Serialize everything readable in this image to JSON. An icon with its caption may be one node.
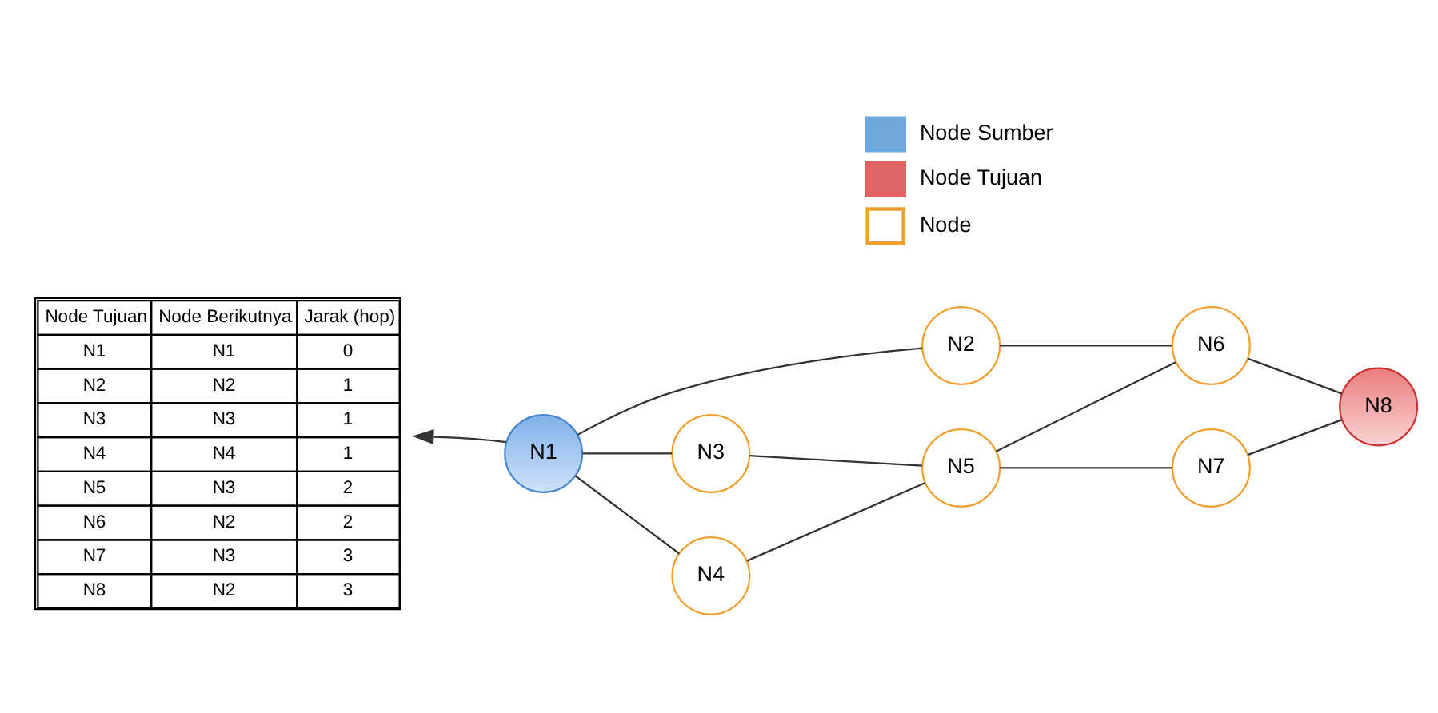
{
  "diagram": {
    "nodes": [
      {
        "text": [
          "N1"
        ]
      },
      {
        "text": [
          "N2"
        ]
      },
      {
        "text": [
          "N3"
        ]
      },
      {
        "text": [
          "N4"
        ]
      },
      {
        "text": [
          "N5"
        ]
      },
      {
        "text": [
          "N6"
        ]
      },
      {
        "text": [
          "N7"
        ]
      },
      {
        "text": [
          "N8"
        ]
      },
      {
        "text": [
          "Node Tujuan",
          "Node Berikutnya",
          "Jarak (hop)",
          "N1",
          "N1",
          "0",
          "N2",
          "N2",
          "1",
          "N3",
          "N3",
          "1",
          "N4",
          "N4",
          "1",
          "N5",
          "N3",
          "2",
          "N6",
          "N2",
          "2",
          "N7",
          "N3",
          "3",
          "N8",
          "N2",
          "3"
        ]
      }
    ],
    "edges": [
      {
        "from": 0,
        "to": 1,
        "arrow": "none"
      },
      {
        "from": 0,
        "to": 2,
        "arrow": "none"
      },
      {
        "from": 0,
        "to": 3,
        "arrow": "none"
      },
      {
        "from": 1,
        "to": 5,
        "arrow": "none"
      },
      {
        "from": 2,
        "to": 4,
        "arrow": "none"
      },
      {
        "from": 3,
        "to": 4,
        "arrow": "none"
      },
      {
        "from": 4,
        "to": 5,
        "arrow": "none"
      },
      {
        "from": 4,
        "to": 6,
        "arrow": "none"
      },
      {
        "from": 5,
        "to": 7,
        "arrow": "none"
      },
      {
        "from": 6,
        "to": 7,
        "arrow": "none"
      },
      {
        "from": 0,
        "to": 8,
        "arrow": "to"
      }
    ],
    "legend": [
      {
        "text": "Node Sumber",
        "color": "#6fa8dc"
      },
      {
        "text": "Node Tujuan",
        "color": "#e06666"
      },
      {
        "text": "Node",
        "color": "#f0a030"
      }
    ]
  }
}
